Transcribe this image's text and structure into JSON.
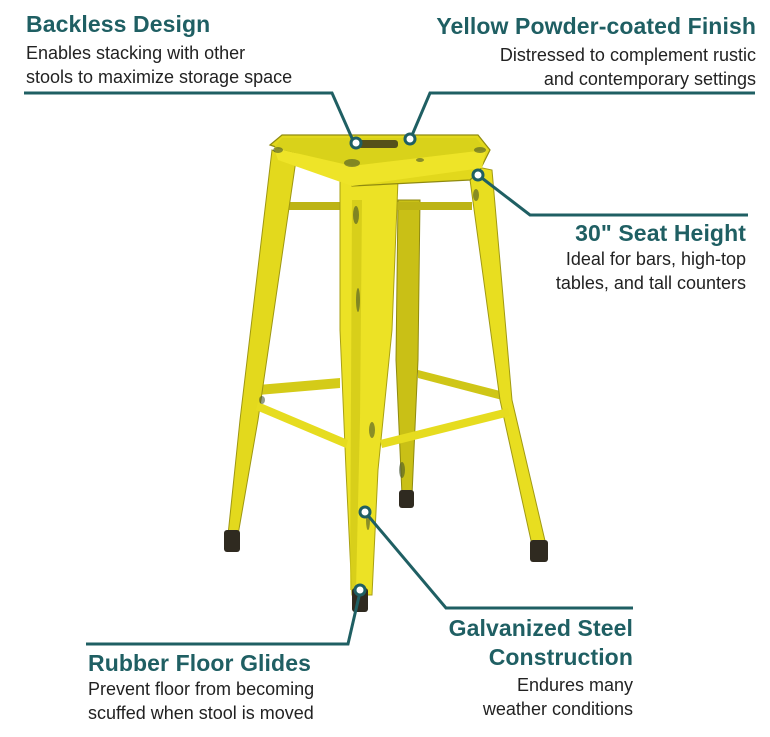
{
  "features": {
    "backless": {
      "title": "Backless Design",
      "line1": "Enables stacking with other",
      "line2": "stools to maximize storage space"
    },
    "finish": {
      "title": "Yellow Powder-coated Finish",
      "line1": "Distressed to complement rustic",
      "line2": "and contemporary settings"
    },
    "seat_height": {
      "title": "30\" Seat Height",
      "line1": "Ideal for bars, high-top",
      "line2": "tables, and tall counters"
    },
    "glides": {
      "title": "Rubber Floor Glides",
      "line1": "Prevent floor from becoming",
      "line2": "scuffed when stool is moved"
    },
    "steel": {
      "title_line1": "Galvanized Steel",
      "title_line2": "Construction",
      "line1": "Endures many",
      "line2": "weather conditions"
    }
  },
  "colors": {
    "accent": "#1f5f63",
    "stool_yellow": "#e6dc1e",
    "stool_shadow": "#b9b012",
    "distress": "#3a4a2a"
  }
}
